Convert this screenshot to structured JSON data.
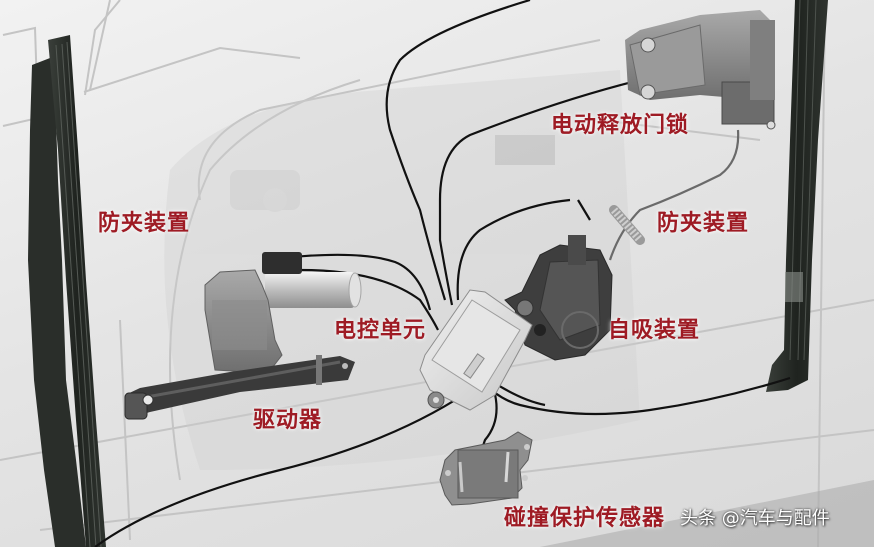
{
  "diagram": {
    "subject": "car door electronic components",
    "label_color": "#9e1b24",
    "labels": {
      "electric_release_lock": "电动释放门锁",
      "anti_pinch_left": "防夹装置",
      "anti_pinch_right": "防夹装置",
      "ecu": "电控单元",
      "soft_close": "自吸装置",
      "actuator": "驱动器",
      "collision_sensor": "碰撞保护传感器"
    },
    "components": [
      {
        "id": "electric_release_lock",
        "label": "电动释放门锁"
      },
      {
        "id": "anti_pinch_left",
        "label": "防夹装置"
      },
      {
        "id": "anti_pinch_right",
        "label": "防夹装置"
      },
      {
        "id": "ecu",
        "label": "电控单元"
      },
      {
        "id": "soft_close",
        "label": "自吸装置"
      },
      {
        "id": "actuator",
        "label": "驱动器"
      },
      {
        "id": "collision_sensor",
        "label": "碰撞保护传感器"
      }
    ]
  },
  "watermark": {
    "text": "头条 @汽车与配件"
  }
}
